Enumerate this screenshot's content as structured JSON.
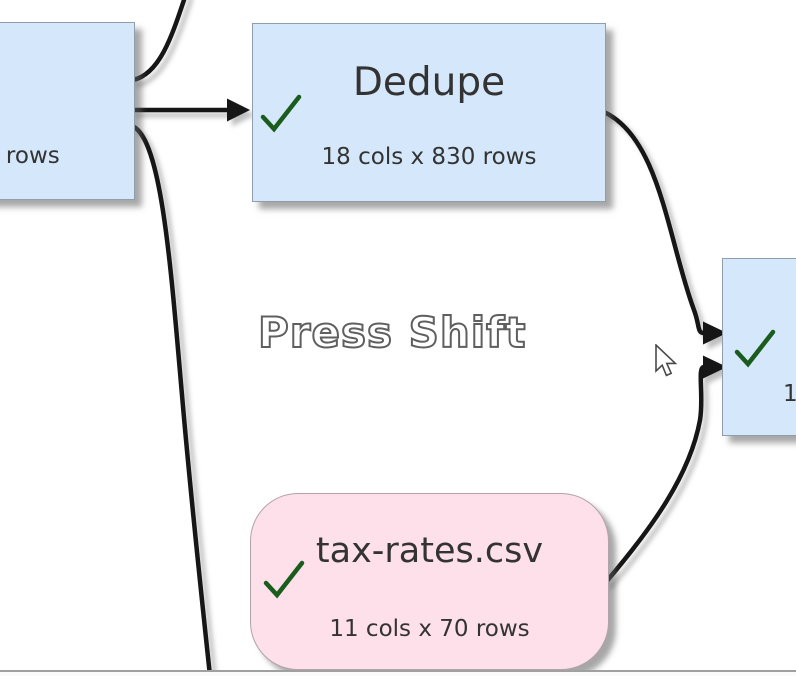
{
  "watermark": {
    "text": "Press Shift"
  },
  "colors": {
    "canvas_bg": "#ffffff",
    "node_blue": "#d5e7fa",
    "node_pink": "#fde0e9",
    "node_border_blue": "#8f9eae",
    "node_border_pink": "#b2a2ab",
    "check_green": "#1a5c1d",
    "connector": "#141414",
    "text_dark": "#333333",
    "watermark_outline": "#5f5f5f",
    "divider": "#a0a0a0"
  },
  "icons": {
    "status_check": "check-icon",
    "pointer": "arrow-cursor-icon",
    "arrowhead": "arrowhead-icon"
  },
  "nodes": {
    "left_partial": {
      "subtitle_visible": "x rows",
      "status": "ok"
    },
    "dedupe": {
      "title": "Dedupe",
      "subtitle": "18 cols x 830 rows",
      "status": "ok"
    },
    "right_partial": {
      "subtitle_visible": "1",
      "status": "ok"
    },
    "tax": {
      "title": "tax-rates.csv",
      "subtitle": "11 cols x 70 rows",
      "status": "ok"
    }
  }
}
